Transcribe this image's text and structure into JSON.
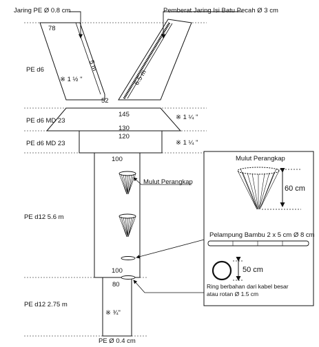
{
  "top_labels": {
    "net_material": "Jaring PE  Ø 0.8 cm",
    "net_weight": "Pemberat Jaring Isi Batu Pecah Ø 3 cm"
  },
  "sections": {
    "wing": {
      "material": "PE d6",
      "mesh": "※ 1 ½ \"",
      "top_count": "78",
      "bottom_count": "52",
      "length_left": "5 m",
      "length_right": "6.5 m"
    },
    "body1": {
      "material": "PE d6 MD 23",
      "top_count": "145",
      "mesh": "※ 1 ¼ \""
    },
    "body2": {
      "material": "PE d6 MD 23",
      "top_count": "130",
      "bottom_count": "120",
      "mesh": "※ 1 ¼ \""
    },
    "bag": {
      "material": "PE d12 5.6 m",
      "top_count": "100",
      "bottom_count": "100",
      "funnel_label": "Mulut Perangkap"
    },
    "codend": {
      "material": "PE d12 2.75 m",
      "top_count": "80",
      "mesh": "※ ¾\"",
      "bottom_label": "PE Ø 0.4 cm"
    }
  },
  "detail": {
    "funnel_title": "Mulut Perangkap",
    "funnel_height": "60 cm",
    "float_label": "Pelampung Bambu 2 x 5 cm Ø 8 cm",
    "ring_size": "50 cm",
    "ring_line1": "Ring berbahan dari kabel besar",
    "ring_line2": "atau rotan Ø 1.5 cm"
  }
}
